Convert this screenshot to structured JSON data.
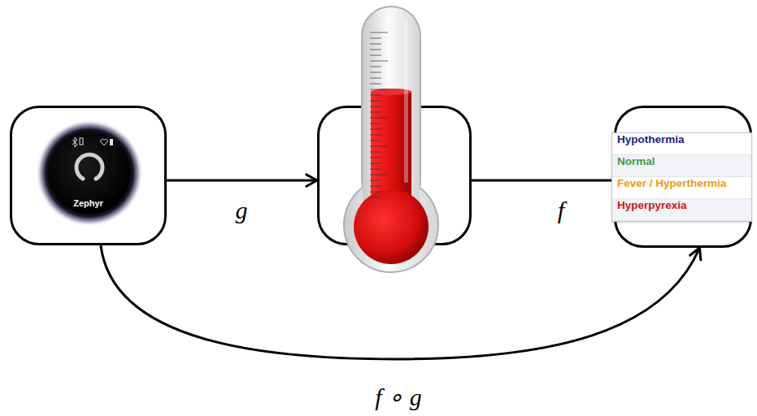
{
  "diagram": {
    "nodes": [
      {
        "text": [
          "Zephyr"
        ]
      },
      {
        "text": []
      },
      {
        "text": [
          "Hypothermia",
          "Normal",
          "Fever / Hyperthermia",
          "Hyperpyrexia"
        ]
      }
    ],
    "edges": [
      {
        "from": 0,
        "to": 1,
        "arrow": "to",
        "label": "g"
      },
      {
        "from": 1,
        "to": 2,
        "arrow": "none",
        "label": "f"
      },
      {
        "from": 0,
        "to": 2,
        "arrow": "to",
        "label": "f ∘ g"
      }
    ]
  }
}
